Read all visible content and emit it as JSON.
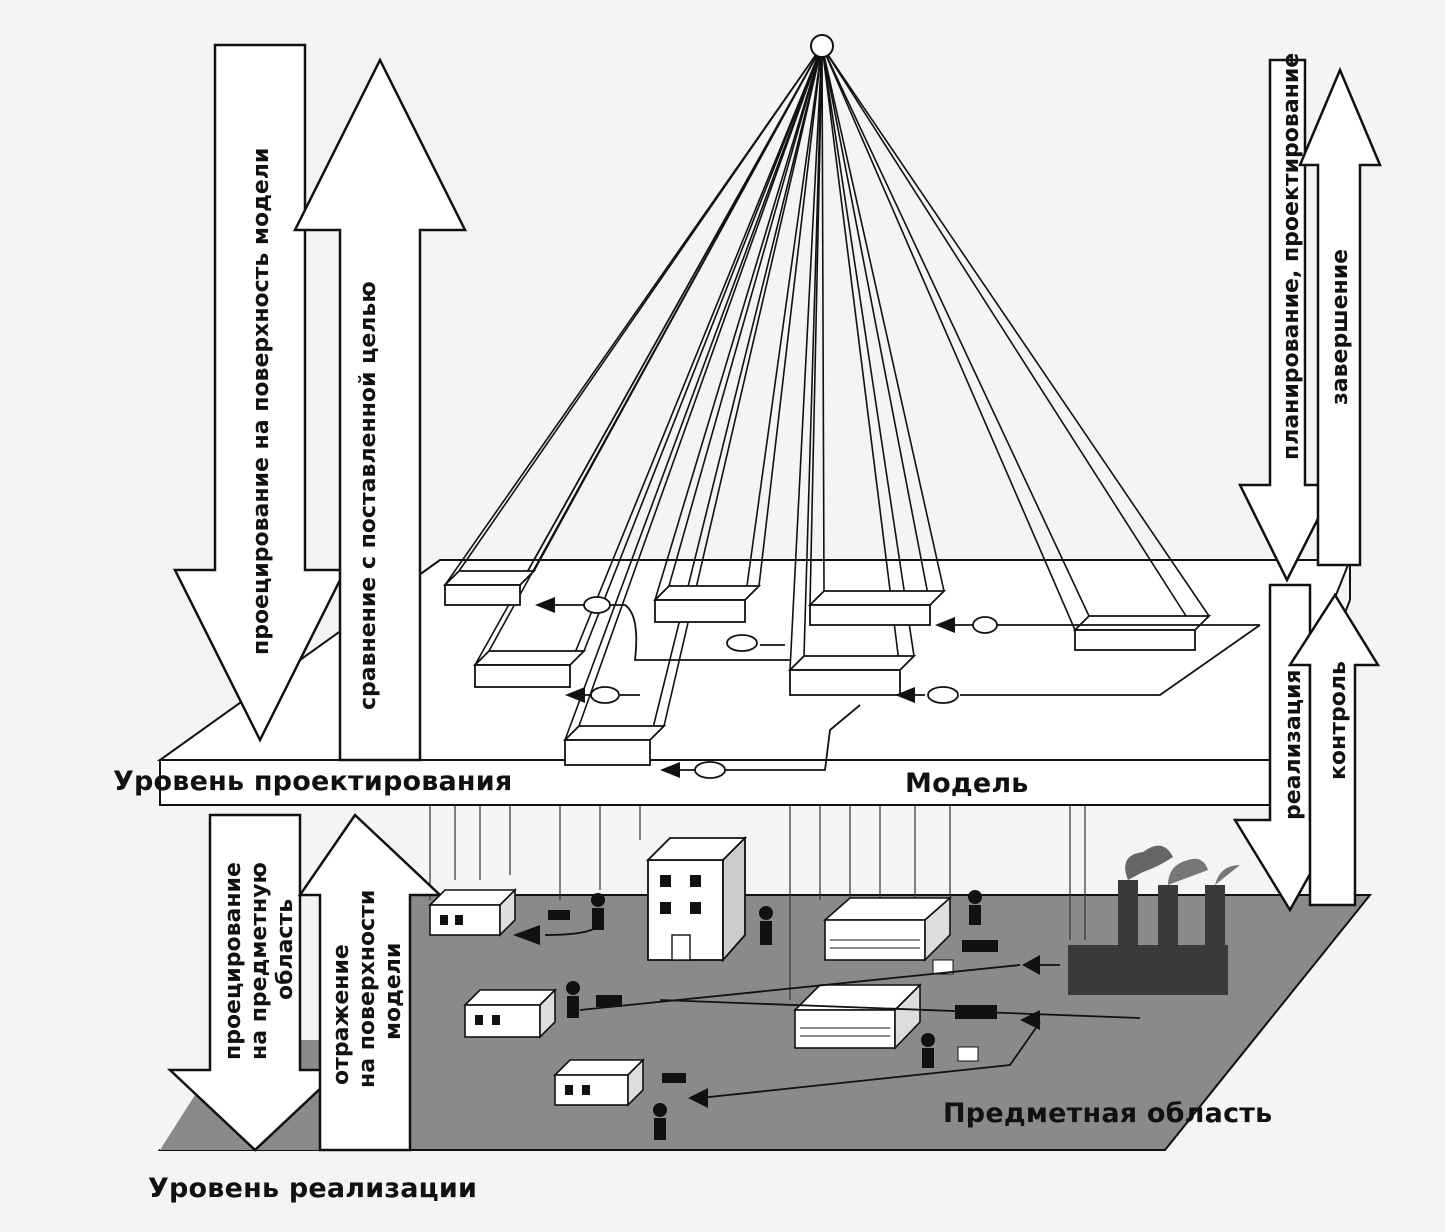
{
  "labels": {
    "design_level": "Уровень проектирования",
    "model": "Модель",
    "implementation_level": "Уровень реализации",
    "subject_area": "Предметная область"
  },
  "arrows": {
    "projection_to_model_surface": "проецирование на поверхность модели",
    "comparison_with_goal": "сравнение с поставленной целью",
    "projection_to_subject_area": [
      "проецирование",
      "на предметную",
      "область"
    ],
    "reflection_on_model_surface": [
      "отражение",
      "на поверхности",
      "модели"
    ],
    "planning_design": "планирование, проектирование",
    "completion": "завершение",
    "implementation": "реализация",
    "control": "контроль"
  },
  "colors": {
    "ink": "#111111",
    "ground": "#8a8a8a",
    "paper": "#f4f4f4",
    "white": "#ffffff",
    "factory": "#3a3a3a"
  }
}
